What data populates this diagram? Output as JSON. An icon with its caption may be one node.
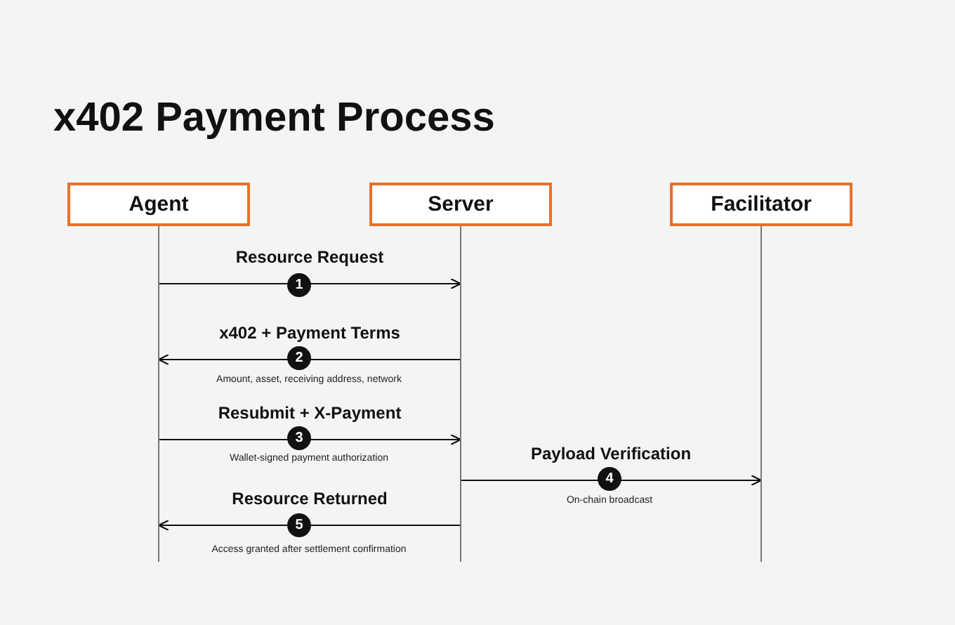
{
  "diagram": {
    "title": "x402 Payment Process",
    "nodes": [
      {
        "text": [
          "Agent"
        ]
      },
      {
        "text": [
          "Server"
        ]
      },
      {
        "text": [
          "Facilitator"
        ]
      }
    ],
    "edges": [
      {
        "from": 0,
        "to": 1,
        "arrow": "to",
        "label": "Resource Request"
      },
      {
        "from": 1,
        "to": 0,
        "arrow": "to",
        "label": "x402 + Payment Terms"
      },
      {
        "from": 0,
        "to": 1,
        "arrow": "to",
        "label": "Resubmit + X-Payment"
      },
      {
        "from": 1,
        "to": 2,
        "arrow": "to",
        "label": "Payload Verification"
      },
      {
        "from": 1,
        "to": 0,
        "arrow": "to",
        "label": "Resource Returned"
      }
    ],
    "labels": [
      "1",
      "2",
      "Amount, asset, receiving address, network",
      "3",
      "Wallet-signed payment authorization",
      "4",
      "On-chain broadcast",
      "5",
      "Access granted after settlement confirmation"
    ]
  }
}
